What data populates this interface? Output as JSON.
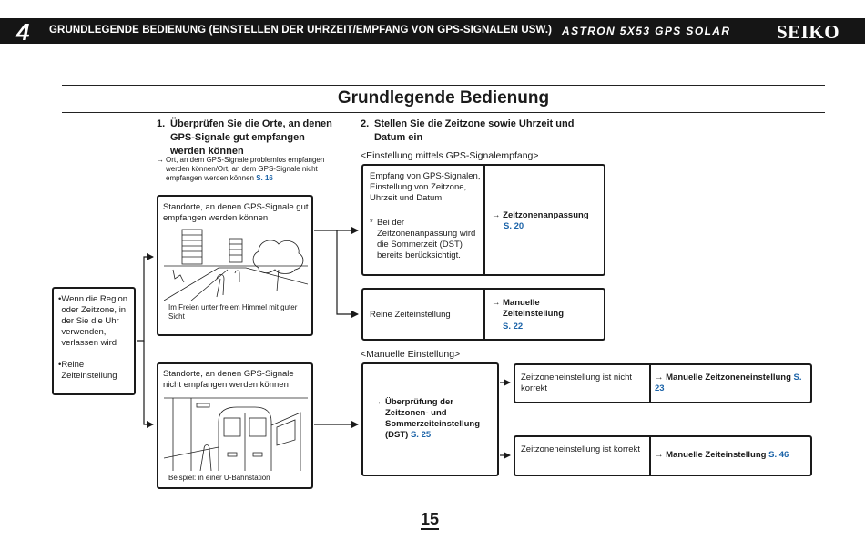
{
  "header": {
    "chapter": "4",
    "title": "GRUNDLEGENDE BEDIENUNG (EINSTELLEN DER UHRZEIT/EMPFANG VON GPS-SIGNALEN USW.)",
    "model": "ASTRON  5X53  GPS SOLAR",
    "brand": "SEIKO"
  },
  "page_title": "Grundlegende Bedienung",
  "step1": {
    "number": "1.",
    "heading": "Überprüfen Sie die Orte, an denen GPS-Signale gut empfangen werden können",
    "note_arrow": "→",
    "note": "Ort, an dem GPS-Signale problemlos empfangen werden können/Ort, an dem GPS-Signale nicht empfangen werden können",
    "note_ref": "S. 16"
  },
  "step2": {
    "number": "2.",
    "heading": "Stellen Sie die Zeitzone sowie Uhrzeit und Datum ein"
  },
  "left_box": {
    "item1": "Wenn die Region oder Zeitzone, in der Sie die Uhr verwenden, verlassen wird",
    "item2": "Reine Zeiteinstellung"
  },
  "good_box": {
    "title": "Standorte, an denen GPS-Signale gut empfangen werden können",
    "caption": "Im Freien unter freiem Himmel mit guter Sicht"
  },
  "bad_box": {
    "title": "Standorte, an denen GPS-Signale nicht empfangen werden können",
    "caption": "Beispiel: in einer U-Bahnstation"
  },
  "gps_section": {
    "label": "Einstellung mittels GPS-Signalempfang",
    "box1_text": "Empfang von GPS-Signalen, Einstellung von Zeitzone, Uhrzeit und Datum",
    "box1_note": "Bei der Zeitzonenanpassung wird die Sommerzeit (DST) bereits berücksichtigt.",
    "box1_action": "Zeitzonenanpassung",
    "box1_ref": "S. 20",
    "box2_text": "Reine Zeiteinstellung",
    "box2_action": "Manuelle Zeiteinstellung",
    "box2_ref": "S. 22"
  },
  "manual_section": {
    "label": "Manuelle Einstellung",
    "check_action": "Überprüfung der Zeitzonen- und Sommerzeiteinstellung (DST)",
    "check_ref": "S. 25",
    "wrong_text": "Zeitzoneneinstellung ist nicht korrekt",
    "wrong_action": "Manuelle Zeitzoneneinstellung",
    "wrong_ref": "S. 23",
    "right_text": "Zeitzoneneinstellung ist korrekt",
    "right_action": "Manuelle Zeiteinstellung",
    "right_ref": "S. 46"
  },
  "page_number": "15",
  "glyphs": {
    "arrow": "→",
    "bullet": "•",
    "asterisk": "*",
    "bracket_open": "<",
    "bracket_close": ">"
  }
}
